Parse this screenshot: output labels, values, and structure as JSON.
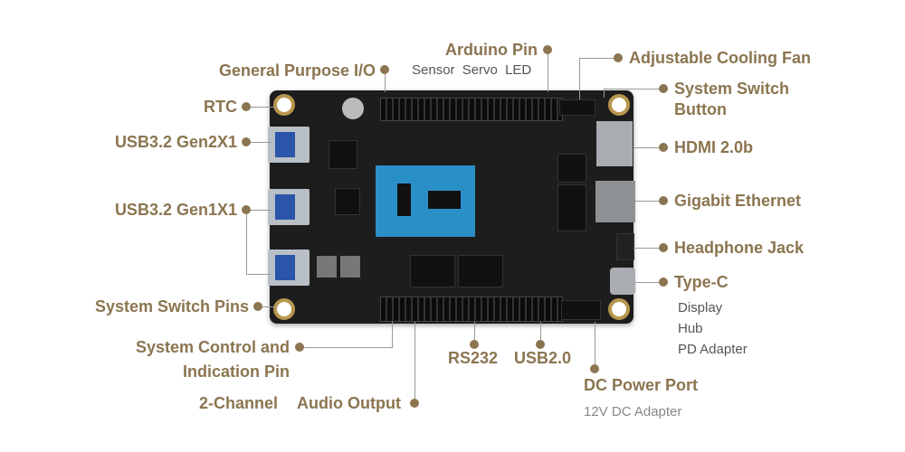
{
  "labels": {
    "arduino_pin": "Arduino Pin",
    "arduino_sub": {
      "sensor": "Sensor",
      "servo": "Servo",
      "led": "LED"
    },
    "gpio": "General Purpose I/O",
    "cooling_fan": "Adjustable Cooling Fan",
    "switch_button_1": "System Switch",
    "switch_button_2": "Button",
    "rtc": "RTC",
    "usb_gen2": "USB3.2 Gen2X1",
    "usb_gen1": "USB3.2 Gen1X1",
    "switch_pins": "System Switch Pins",
    "hdmi": "HDMI 2.0b",
    "ethernet": "Gigabit Ethernet",
    "headphone": "Headphone Jack",
    "typec": "Type-C",
    "typec_sub": [
      "Display",
      "Hub",
      "PD Adapter"
    ],
    "sys_control_1": "System Control and",
    "sys_control_2": "Indication Pin",
    "rs232": "RS232",
    "usb20": "USB2.0",
    "audio_1": "2-Channel",
    "audio_2": "Audio Output",
    "dc_power": "DC Power Port",
    "dc_sub": "12V DC Adapter"
  },
  "colors": {
    "accent": "#8b7550",
    "board": "#1d1d1d",
    "chip": "#2b8fc7"
  }
}
